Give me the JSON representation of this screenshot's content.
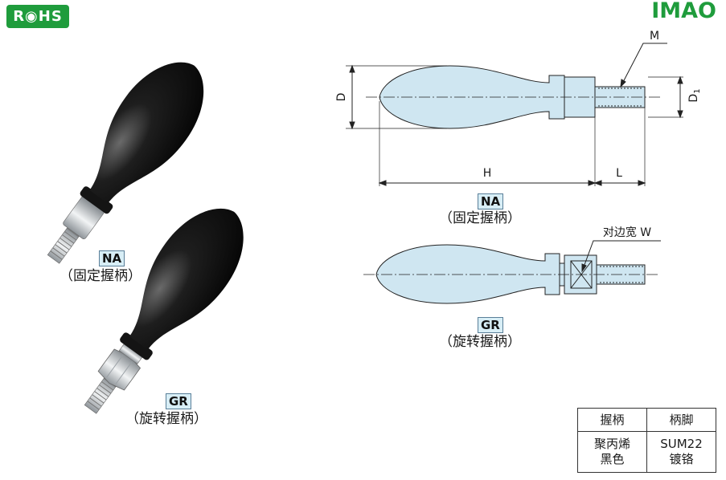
{
  "badges": {
    "rohs": "R◉HS",
    "brand": "IMAO"
  },
  "photos": {
    "na": {
      "code": "NA",
      "caption": "（固定握柄）"
    },
    "gr": {
      "code": "GR",
      "caption": "（旋转握柄）"
    }
  },
  "drawings": {
    "na": {
      "code": "NA",
      "caption": "（固定握柄）",
      "dims": {
        "d": "D",
        "d1": "D",
        "d1_sub": "1",
        "m": "M",
        "h": "H",
        "l": "L"
      }
    },
    "gr": {
      "code": "GR",
      "caption": "（旋转握柄）",
      "dims": {
        "w": "对边宽 W"
      }
    }
  },
  "spec_table": {
    "headers": [
      "握柄",
      "柄脚"
    ],
    "cells": [
      "聚丙烯\n黑色",
      "SUM22\n镀铬"
    ]
  },
  "colors": {
    "brand_green": "#1f9c3c",
    "drawing_fill": "#cfe6f1",
    "tag_fill": "#d8eef6"
  }
}
